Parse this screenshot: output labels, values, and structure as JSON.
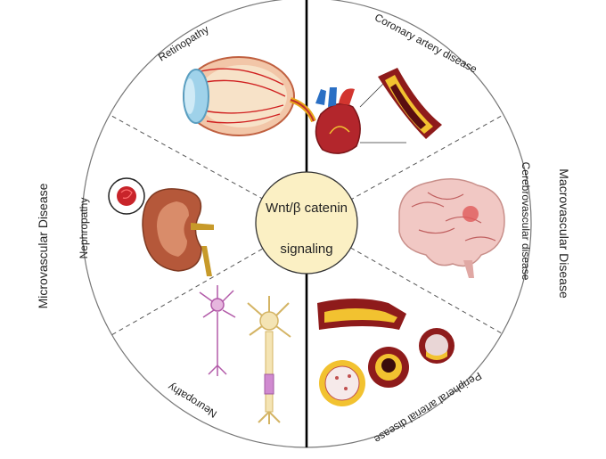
{
  "center": {
    "line1": "Wnt/β catenin",
    "line2": "signaling"
  },
  "groups": {
    "left": "Microvascular Disease",
    "right": "Macrovascular Disease"
  },
  "sectors": {
    "retinopathy": "Retinopathy",
    "nephropathy": "Nephropathy",
    "neuropathy": "Neuropathy",
    "coronary": "Coronary artery disease",
    "cerebro": "Cerebrovascular disease",
    "peripheral": "Peripheral arterial disease"
  },
  "colors": {
    "center_fill": "#fbf0c4",
    "artery_red": "#8e1b1b",
    "plaque_yellow": "#f2c230",
    "brain_pink": "#f1c8c4",
    "kidney_brown": "#b5583a",
    "neuron_cream": "#f4e4b4",
    "neuron_pink": "#b25aa8"
  }
}
